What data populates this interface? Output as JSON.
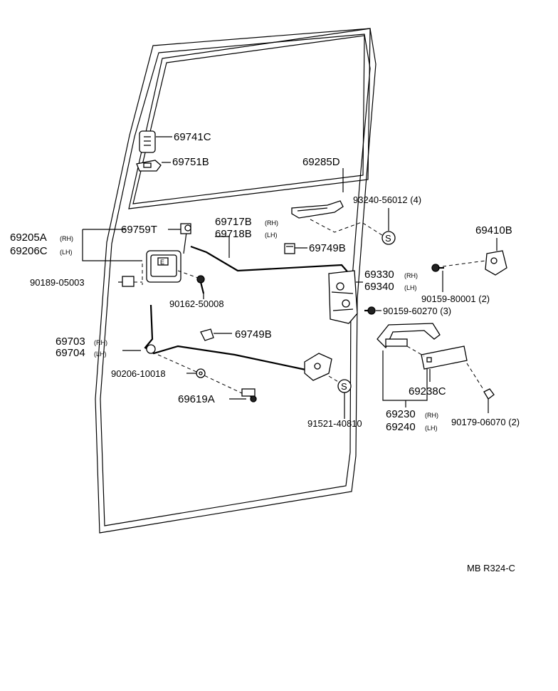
{
  "diagram": {
    "reference_code": "MB R324-C",
    "callouts": {
      "p69741c": "69741C",
      "p69751b": "69751B",
      "p69285d": "69285D",
      "p93240": "93240-56012 (4)",
      "p69410b": "69410B",
      "p69205a": "69205A",
      "p69205a_tag": "(RH)",
      "p69206c": "69206C",
      "p69206c_tag": "(LH)",
      "p69759t": "69759T",
      "p69717b": "69717B",
      "p69717b_tag": "(RH)",
      "p69718b": "69718B",
      "p69718b_tag": "(LH)",
      "p69749b_top": "69749B",
      "p69330": "69330",
      "p69330_tag": "(RH)",
      "p69340": "69340",
      "p69340_tag": "(LH)",
      "p90189": "90189-05003",
      "p90162": "90162-50008",
      "p90159_80001": "90159-80001 (2)",
      "p90159_60270": "90159-60270 (3)",
      "p69703": "69703",
      "p69703_tag": "(RH)",
      "p69704": "69704",
      "p69704_tag": "(LH)",
      "p69749b_low": "69749B",
      "p90206": "90206-10018",
      "p69619a": "69619A",
      "p69238c": "69238C",
      "p69230": "69230",
      "p69230_tag": "(RH)",
      "p69240": "69240",
      "p69240_tag": "(LH)",
      "p91521": "91521-40810",
      "p90179": "90179-06070 (2)",
      "s_upper": "S",
      "s_lower": "S",
      "lock_mark": "E"
    }
  }
}
